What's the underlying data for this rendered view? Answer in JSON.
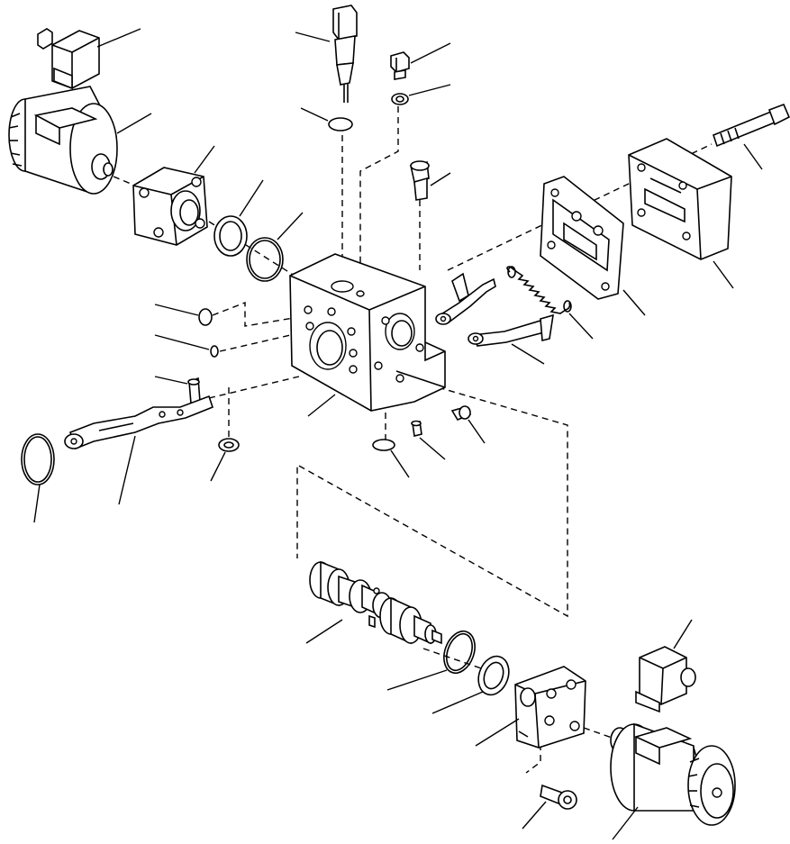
{
  "diagram": {
    "parts": [
      "solenoid-connector-upper",
      "solenoid-coil-upper",
      "flange-plate-upper",
      "backup-ring-upper",
      "o-ring-upper",
      "relief-valve-cartridge",
      "o-ring-cartridge",
      "plug-screw",
      "washer",
      "socket-head-screw-top",
      "long-bolt",
      "cover-block",
      "gasket-plate",
      "tension-spring",
      "lever-upper",
      "lever-lower",
      "valve-body",
      "o-ring-small-a",
      "o-ring-small-b",
      "pin",
      "actuating-lever",
      "large-o-ring",
      "sealing-washer",
      "o-ring-bottom",
      "dowel-pin",
      "screw-side",
      "spool",
      "o-ring-spool",
      "backup-ring-spool",
      "flange-plate-lower",
      "screw-bottom",
      "solenoid-coil-lower",
      "solenoid-connector-lower"
    ]
  }
}
